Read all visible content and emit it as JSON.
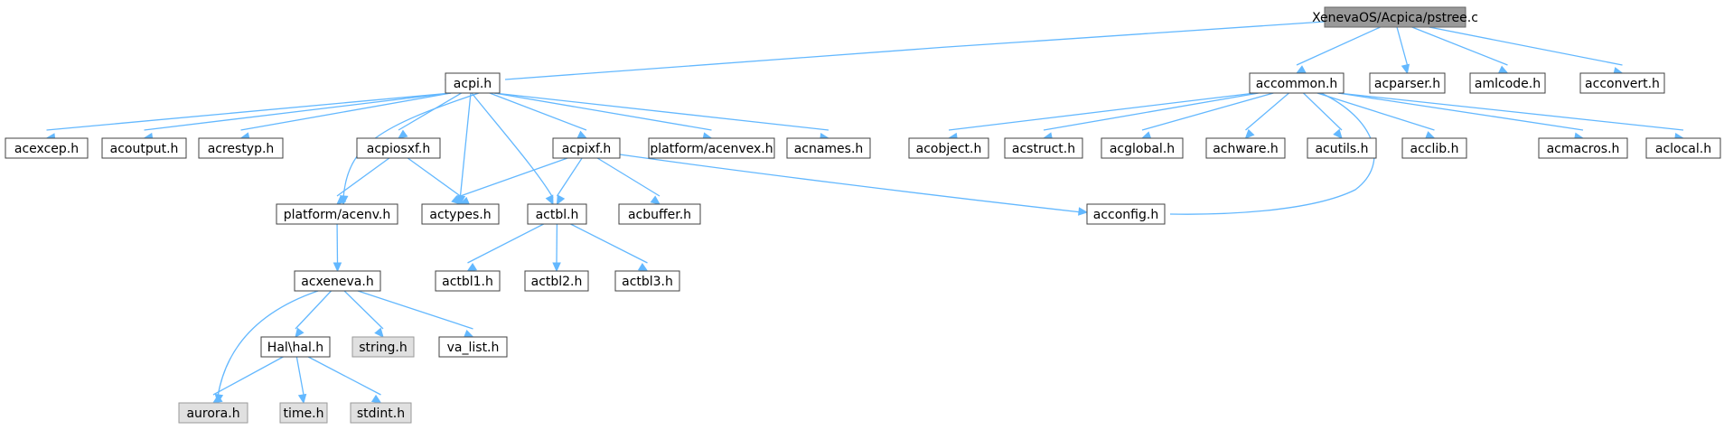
{
  "graph": {
    "nodes": [
      {
        "id": "pstree",
        "label": "XenevaOS/Acpica/pstree.c",
        "style": "root"
      },
      {
        "id": "acpi",
        "label": "acpi.h",
        "style": "normal"
      },
      {
        "id": "accommon",
        "label": "accommon.h",
        "style": "normal"
      },
      {
        "id": "acparser",
        "label": "acparser.h",
        "style": "normal"
      },
      {
        "id": "amlcode",
        "label": "amlcode.h",
        "style": "normal"
      },
      {
        "id": "acconvert",
        "label": "acconvert.h",
        "style": "normal"
      },
      {
        "id": "acexcep",
        "label": "acexcep.h",
        "style": "normal"
      },
      {
        "id": "acoutput",
        "label": "acoutput.h",
        "style": "normal"
      },
      {
        "id": "acrestyp",
        "label": "acrestyp.h",
        "style": "normal"
      },
      {
        "id": "acpiosxf",
        "label": "acpiosxf.h",
        "style": "normal"
      },
      {
        "id": "acpixf",
        "label": "acpixf.h",
        "style": "normal"
      },
      {
        "id": "acenvex",
        "label": "platform/acenvex.h",
        "style": "normal"
      },
      {
        "id": "acnames",
        "label": "acnames.h",
        "style": "normal"
      },
      {
        "id": "acobject",
        "label": "acobject.h",
        "style": "normal"
      },
      {
        "id": "acstruct",
        "label": "acstruct.h",
        "style": "normal"
      },
      {
        "id": "acglobal",
        "label": "acglobal.h",
        "style": "normal"
      },
      {
        "id": "achware",
        "label": "achware.h",
        "style": "normal"
      },
      {
        "id": "acutils",
        "label": "acutils.h",
        "style": "normal"
      },
      {
        "id": "acclib",
        "label": "acclib.h",
        "style": "normal"
      },
      {
        "id": "acmacros",
        "label": "acmacros.h",
        "style": "normal"
      },
      {
        "id": "aclocal",
        "label": "aclocal.h",
        "style": "normal"
      },
      {
        "id": "acenv",
        "label": "platform/acenv.h",
        "style": "normal"
      },
      {
        "id": "actypes",
        "label": "actypes.h",
        "style": "normal"
      },
      {
        "id": "actbl",
        "label": "actbl.h",
        "style": "normal"
      },
      {
        "id": "acbuffer",
        "label": "acbuffer.h",
        "style": "normal"
      },
      {
        "id": "acconfig",
        "label": "acconfig.h",
        "style": "normal"
      },
      {
        "id": "acxeneva",
        "label": "acxeneva.h",
        "style": "normal"
      },
      {
        "id": "actbl1",
        "label": "actbl1.h",
        "style": "normal"
      },
      {
        "id": "actbl2",
        "label": "actbl2.h",
        "style": "normal"
      },
      {
        "id": "actbl3",
        "label": "actbl3.h",
        "style": "normal"
      },
      {
        "id": "halh",
        "label": "Hal\\hal.h",
        "style": "normal"
      },
      {
        "id": "string",
        "label": "string.h",
        "style": "missing"
      },
      {
        "id": "va_list",
        "label": "va_list.h",
        "style": "normal"
      },
      {
        "id": "aurora",
        "label": "aurora.h",
        "style": "missing"
      },
      {
        "id": "time",
        "label": "time.h",
        "style": "missing"
      },
      {
        "id": "stdint",
        "label": "stdint.h",
        "style": "missing"
      }
    ],
    "edges": [
      [
        "pstree",
        "acpi"
      ],
      [
        "pstree",
        "accommon"
      ],
      [
        "pstree",
        "acparser"
      ],
      [
        "pstree",
        "amlcode"
      ],
      [
        "pstree",
        "acconvert"
      ],
      [
        "acpi",
        "acexcep"
      ],
      [
        "acpi",
        "acoutput"
      ],
      [
        "acpi",
        "acrestyp"
      ],
      [
        "acpi",
        "acpiosxf"
      ],
      [
        "acpi",
        "acpixf"
      ],
      [
        "acpi",
        "acenvex"
      ],
      [
        "acpi",
        "acnames"
      ],
      [
        "acpi",
        "acenv"
      ],
      [
        "acpi",
        "actypes"
      ],
      [
        "acpi",
        "actbl"
      ],
      [
        "accommon",
        "acobject"
      ],
      [
        "accommon",
        "acstruct"
      ],
      [
        "accommon",
        "acglobal"
      ],
      [
        "accommon",
        "achware"
      ],
      [
        "accommon",
        "acutils"
      ],
      [
        "accommon",
        "acclib"
      ],
      [
        "accommon",
        "acmacros"
      ],
      [
        "accommon",
        "aclocal"
      ],
      [
        "accommon",
        "acconfig"
      ],
      [
        "acpiosxf",
        "acenv"
      ],
      [
        "acpiosxf",
        "actypes"
      ],
      [
        "acpixf",
        "actypes"
      ],
      [
        "acpixf",
        "actbl"
      ],
      [
        "acpixf",
        "acbuffer"
      ],
      [
        "acpixf",
        "acconfig"
      ],
      [
        "acenv",
        "acxeneva"
      ],
      [
        "actbl",
        "actbl1"
      ],
      [
        "actbl",
        "actbl2"
      ],
      [
        "actbl",
        "actbl3"
      ],
      [
        "acxeneva",
        "halh"
      ],
      [
        "acxeneva",
        "string"
      ],
      [
        "acxeneva",
        "va_list"
      ],
      [
        "acxeneva",
        "aurora"
      ],
      [
        "halh",
        "aurora"
      ],
      [
        "halh",
        "time"
      ],
      [
        "halh",
        "stdint"
      ]
    ]
  },
  "colors": {
    "edge": "#63b8ff",
    "node_border": "#404040",
    "node_fill": "#ffffff",
    "root_fill": "#999999",
    "missing_fill": "#e0e0e0",
    "missing_border": "#999999"
  }
}
